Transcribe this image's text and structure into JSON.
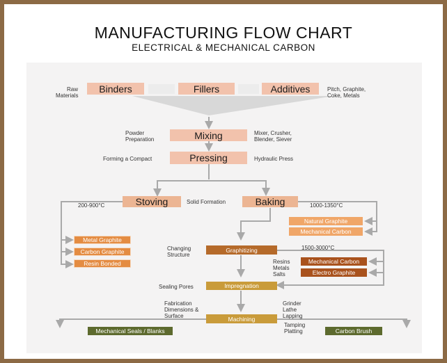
{
  "title": "MANUFACTURING FLOW CHART",
  "subtitle": "ELECTRICAL & MECHANICAL CARBON",
  "raw_materials": {
    "label_line1": "Raw",
    "label_line2": "Materials",
    "binders": "Binders",
    "fillers": "Fillers",
    "additives": "Additives",
    "note_line1": "Pitch, Graphite,",
    "note_line2": "Coke, Metals"
  },
  "mixing": {
    "label": "Mixing",
    "left_line1": "Powder",
    "left_line2": "Preparation",
    "right_line1": "Mixer, Crusher,",
    "right_line2": "Blender, Siever"
  },
  "pressing": {
    "label": "Pressing",
    "left": "Forming a Compact",
    "right": "Hydraulic Press"
  },
  "stoving": {
    "label": "Stoving",
    "temp": "200-900°C"
  },
  "solid_formation": "Solid Formation",
  "baking": {
    "label": "Baking",
    "temp": "1000-1350°C"
  },
  "stoving_products": [
    "Metal Graphite",
    "Carbon Graphite",
    "Resin Bonded"
  ],
  "baking_products": [
    "Natural Graphite",
    "Mechanical Carbon"
  ],
  "graphitizing": {
    "label": "Graphitizing",
    "left_line1": "Changing",
    "left_line2": "Structure",
    "temp": "1500-3000°C"
  },
  "graphitizing_products": [
    "Mechanical Carbon",
    "Electro Graphite"
  ],
  "resins_note": [
    "Resins",
    "Metals",
    "Salts"
  ],
  "impregnation": {
    "label": "Impregnation",
    "left": "Sealing Pores"
  },
  "machining": {
    "label": "Machining",
    "left": [
      "Fabrication",
      "Dimensions &",
      "Surface"
    ],
    "right": [
      "Grinder",
      "Lathe",
      "Lapping"
    ],
    "right2": [
      "Tamping",
      "Platting"
    ]
  },
  "outputs": [
    "Mechanical Seals / Blanks",
    "Carbon Brush"
  ],
  "colors": {
    "frame": "#8c6a45",
    "arrow": "#a9a9a9",
    "light_box": "#f2c2ac",
    "orange": "#e48c42",
    "brown": "#b56a2a",
    "gold": "#c99b3a",
    "green": "#5d6a2e"
  }
}
